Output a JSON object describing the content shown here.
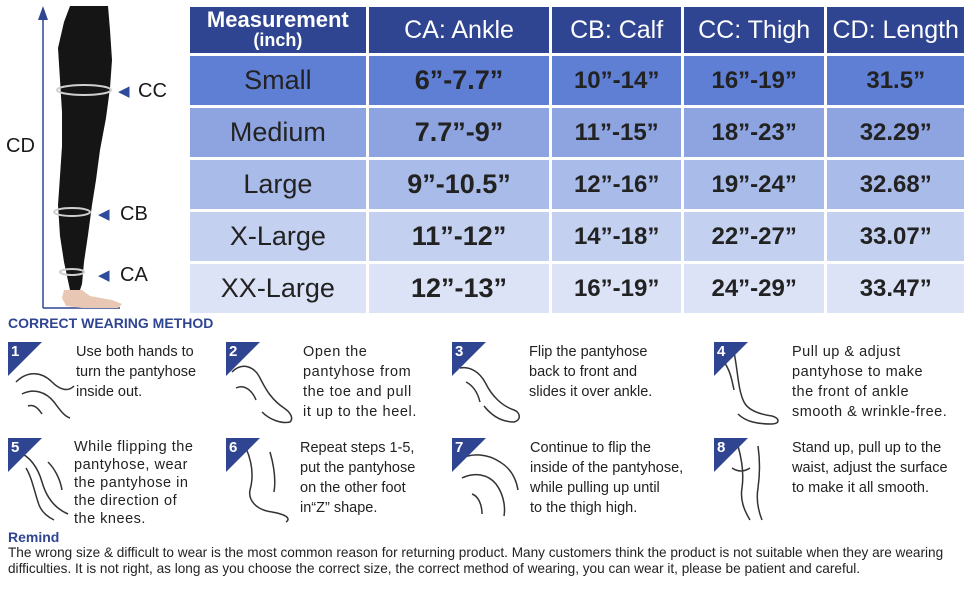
{
  "figure": {
    "labels": {
      "cc": "CC",
      "cd": "CD",
      "cb": "CB",
      "ca": "CA"
    }
  },
  "table": {
    "header": {
      "measurement": "Measurement",
      "measurement_unit": "(inch)",
      "cols": [
        "CA: Ankle",
        "CB: Calf",
        "CC: Thigh",
        "CD: Length"
      ]
    },
    "rows": [
      {
        "size": "Small",
        "ankle": "6”-7.7”",
        "calf": "10”-14”",
        "thigh": "16”-19”",
        "length": "31.5”"
      },
      {
        "size": "Medium",
        "ankle": "7.7”-9”",
        "calf": "11”-15”",
        "thigh": "18”-23”",
        "length": "32.29”"
      },
      {
        "size": "Large",
        "ankle": "9”-10.5”",
        "calf": "12”-16”",
        "thigh": "19”-24”",
        "length": "32.68”"
      },
      {
        "size": "X-Large",
        "ankle": "11”-12”",
        "calf": "14”-18”",
        "thigh": "22”-27”",
        "length": "33.07”"
      },
      {
        "size": "XX-Large",
        "ankle": "12”-13”",
        "calf": "16”-19”",
        "thigh": "24”-29”",
        "length": "33.47”"
      }
    ]
  },
  "method": {
    "title": "CORRECT WEARING METHOD",
    "steps": [
      {
        "num": "1",
        "lines": [
          "Use both hands to",
          "turn the pantyhose",
          "inside out."
        ]
      },
      {
        "num": "2",
        "lines": [
          "Open the",
          "pantyhose from",
          "the toe and pull",
          "it up to the heel."
        ]
      },
      {
        "num": "3",
        "lines": [
          "Flip the pantyhose",
          "back to front and",
          "slides it over ankle."
        ]
      },
      {
        "num": "4",
        "lines": [
          "Pull up & adjust",
          "pantyhose to make",
          "the front of ankle",
          "smooth & wrinkle-free."
        ]
      },
      {
        "num": "5",
        "lines": [
          "While flipping the",
          "pantyhose, wear",
          "the pantyhose in",
          "the direction of",
          "the knees."
        ]
      },
      {
        "num": "6",
        "lines": [
          "Repeat steps 1-5,",
          "put the pantyhose",
          "on the other foot",
          "in“Z” shape."
        ]
      },
      {
        "num": "7",
        "lines": [
          "Continue to flip the",
          "inside of the pantyhose,",
          "while pulling up  until",
          "to the thigh high."
        ]
      },
      {
        "num": "8",
        "lines": [
          "Stand up, pull up to the",
          "waist, adjust the surface",
          "to make it all smooth."
        ]
      }
    ]
  },
  "remind": {
    "title": "Remind",
    "text": "The wrong size & difficult to wear is the most common reason for returning product. Many customers think the product is not suitable when they are wearing difficulties. It is not right, as long as you choose the correct size, the correct method of wearing, you can wear it, please be patient and careful."
  },
  "colors": {
    "header": "#2f4592",
    "row_small": "#5f7fd4",
    "row_medium": "#8ea4e0",
    "row_large": "#a9bbe8",
    "row_xlarge": "#c3d0ef",
    "row_xxlarge": "#dce3f6",
    "accent": "#2e4a9a"
  }
}
